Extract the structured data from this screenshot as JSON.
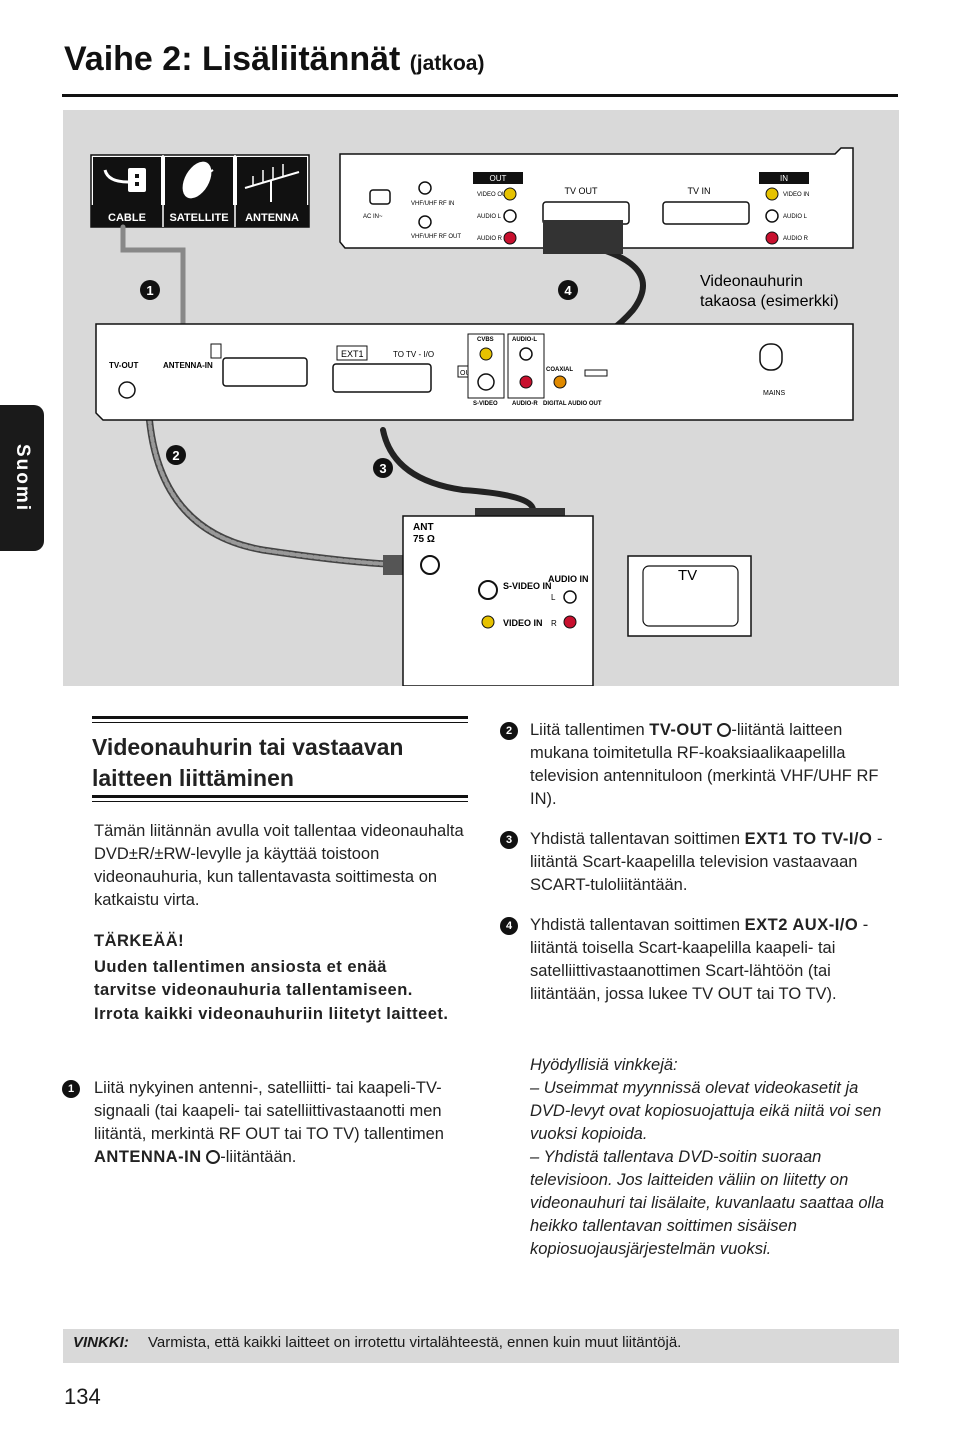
{
  "header": {
    "title": "Vaihe 2: Lisäliitännät",
    "title_suffix": "(jatkoa)"
  },
  "sidebar_tab": {
    "label": "Suomi"
  },
  "diagram": {
    "sources": {
      "cable": "CABLE",
      "satellite": "SATELLITE",
      "antenna": "ANTENNA"
    },
    "vcr": {
      "caption_line1": "Videonauhurin",
      "caption_line2": "takaosa (esimerkki)",
      "ac_in": "AC IN~",
      "vhf_in": "VHF/UHF RF IN",
      "vhf_out": "VHF/UHF RF OUT",
      "out": "OUT",
      "video_out": "VIDEO OUT",
      "audio_l": "AUDIO L",
      "audio_r": "AUDIO R",
      "tv_out": "TV OUT",
      "tv_in": "TV IN",
      "in": "IN",
      "video_in": "VIDEO IN",
      "in_audio_l": "AUDIO L",
      "in_audio_r": "AUDIO R"
    },
    "recorder": {
      "tv_out": "TV-OUT",
      "antenna_in": "ANTENNA-IN",
      "ext1": "EXT1",
      "to_tv": "TO TV - I/O",
      "cvbs": "CVBS",
      "audio_l": "AUDIO-L",
      "out": "OUT",
      "coaxial": "COAXIAL",
      "s_video": "S-VIDEO",
      "audio_r": "AUDIO-R",
      "digital_out": "DIGITAL AUDIO OUT",
      "mains": "MAINS"
    },
    "tv_panel": {
      "ant": "ANT",
      "ohm": "75 Ω",
      "s_video_in": "S-VIDEO IN",
      "audio_in": "AUDIO IN",
      "l": "L",
      "r": "R",
      "video_in": "VIDEO IN",
      "tv_label": "TV"
    },
    "callouts": [
      "1",
      "2",
      "3",
      "4"
    ]
  },
  "section": {
    "heading": "Videonauhurin tai vastaavan laitteen liittäminen",
    "intro": "Tämän liitännän avulla voit tallentaa videonauhalta DVD±R/±RW-levylle ja käyttää toistoon videonauhuria, kun tallentavasta soittimesta on katkaistu virta.",
    "important_label": "TÄRKEÄÄ!",
    "important_line1": "Uuden tallentimen ansiosta et enää tarvitse videonauhuria tallentamiseen.",
    "important_line2": "Irrota kaikki videonauhuriin liitetyt laitteet."
  },
  "steps": [
    {
      "num": "1",
      "pre": "Liitä nykyinen antenni-, satelliitti- tai kaapeli-TV-signaali (tai kaapeli- tai satelliittivastaanotti men liitäntä, merkintä RF OUT tai TO TV) tallentimen ",
      "bold": "ANTENNA-IN",
      "post": "-liitäntään."
    },
    {
      "num": "2",
      "pre": "Liitä tallentimen ",
      "bold": "TV-OUT",
      "post": "-liitäntä laitteen mukana toimitetulla RF-koaksiaalikaapelilla television antennituloon (merkintä VHF/UHF RF IN)."
    },
    {
      "num": "3",
      "pre": "Yhdistä tallentavan soittimen ",
      "bold": "EXT1 TO TV-I/O",
      "post": " -liitäntä Scart-kaapelilla television vastaavaan SCART-tuloliitäntään."
    },
    {
      "num": "4",
      "pre": "Yhdistä tallentavan soittimen ",
      "bold": "EXT2 AUX-I/O",
      "post": " -liitäntä toisella Scart-kaapelilla kaapeli- tai satelliittivastaanottimen Scart-lähtöön (tai liitäntään, jossa lukee TV OUT tai TO TV)."
    }
  ],
  "tips": {
    "label": "Hyödyllisiä vinkkejä:",
    "tip1": "– Useimmat myynnissä olevat videokasetit ja DVD-levyt ovat kopiosuojattuja eikä niitä voi sen vuoksi kopioida.",
    "tip2": "– Yhdistä tallentava DVD-soitin suoraan televisioon. Jos laitteiden väliin on liitetty on videonauhuri tai lisälaite, kuvanlaatu saattaa olla heikko tallentavan soittimen sisäisen kopiosuojausjärjestelmän vuoksi."
  },
  "footer_tip": {
    "label": "VINKKI:",
    "text": "Varmista, että kaikki laitteet on irrotettu virtalähteestä, ennen kuin muut liitäntöjä."
  },
  "page_number": "134"
}
